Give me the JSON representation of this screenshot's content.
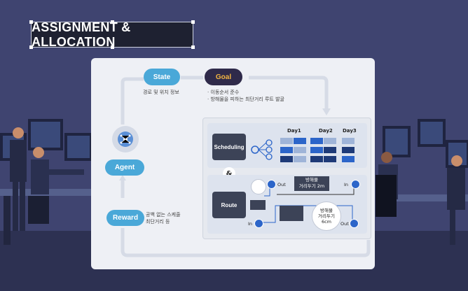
{
  "title": "ASSIGNMENT & ALLOCATION",
  "colors": {
    "background": "#3f4470",
    "accent": "#4aa8d8",
    "goal": "#2f2a4a",
    "goal_text": "#f3b541",
    "dark_box": "#3c4357",
    "blue": "#2c65c9"
  },
  "loop": {
    "state": {
      "label": "State",
      "desc": "경로 및 위치 정보"
    },
    "goal": {
      "label": "Goal",
      "desc1": "· 이동순서 준수",
      "desc2": "· 방해물을 피하는 최단거리 루트 발굴"
    },
    "agent": {
      "label": "Agent",
      "icon": "ai-brain-icon"
    },
    "reward": {
      "label": "Reward",
      "desc1": "공백 없는 스케줄",
      "desc2": "최단거리 등"
    }
  },
  "scheduling": {
    "label": "Scheduling",
    "days": [
      "Day1",
      "Day2",
      "Day3"
    ]
  },
  "connector": "&",
  "route": {
    "label": "Route",
    "out1": "Out",
    "in1": "In",
    "in2": "In",
    "out2": "Out",
    "obstacle1_line1": "방해물",
    "obstacle1_line2": "거리두기 2m",
    "obstacle2_line1": "방해물",
    "obstacle2_line2": "거리두기",
    "obstacle2_line3": "6cm"
  }
}
